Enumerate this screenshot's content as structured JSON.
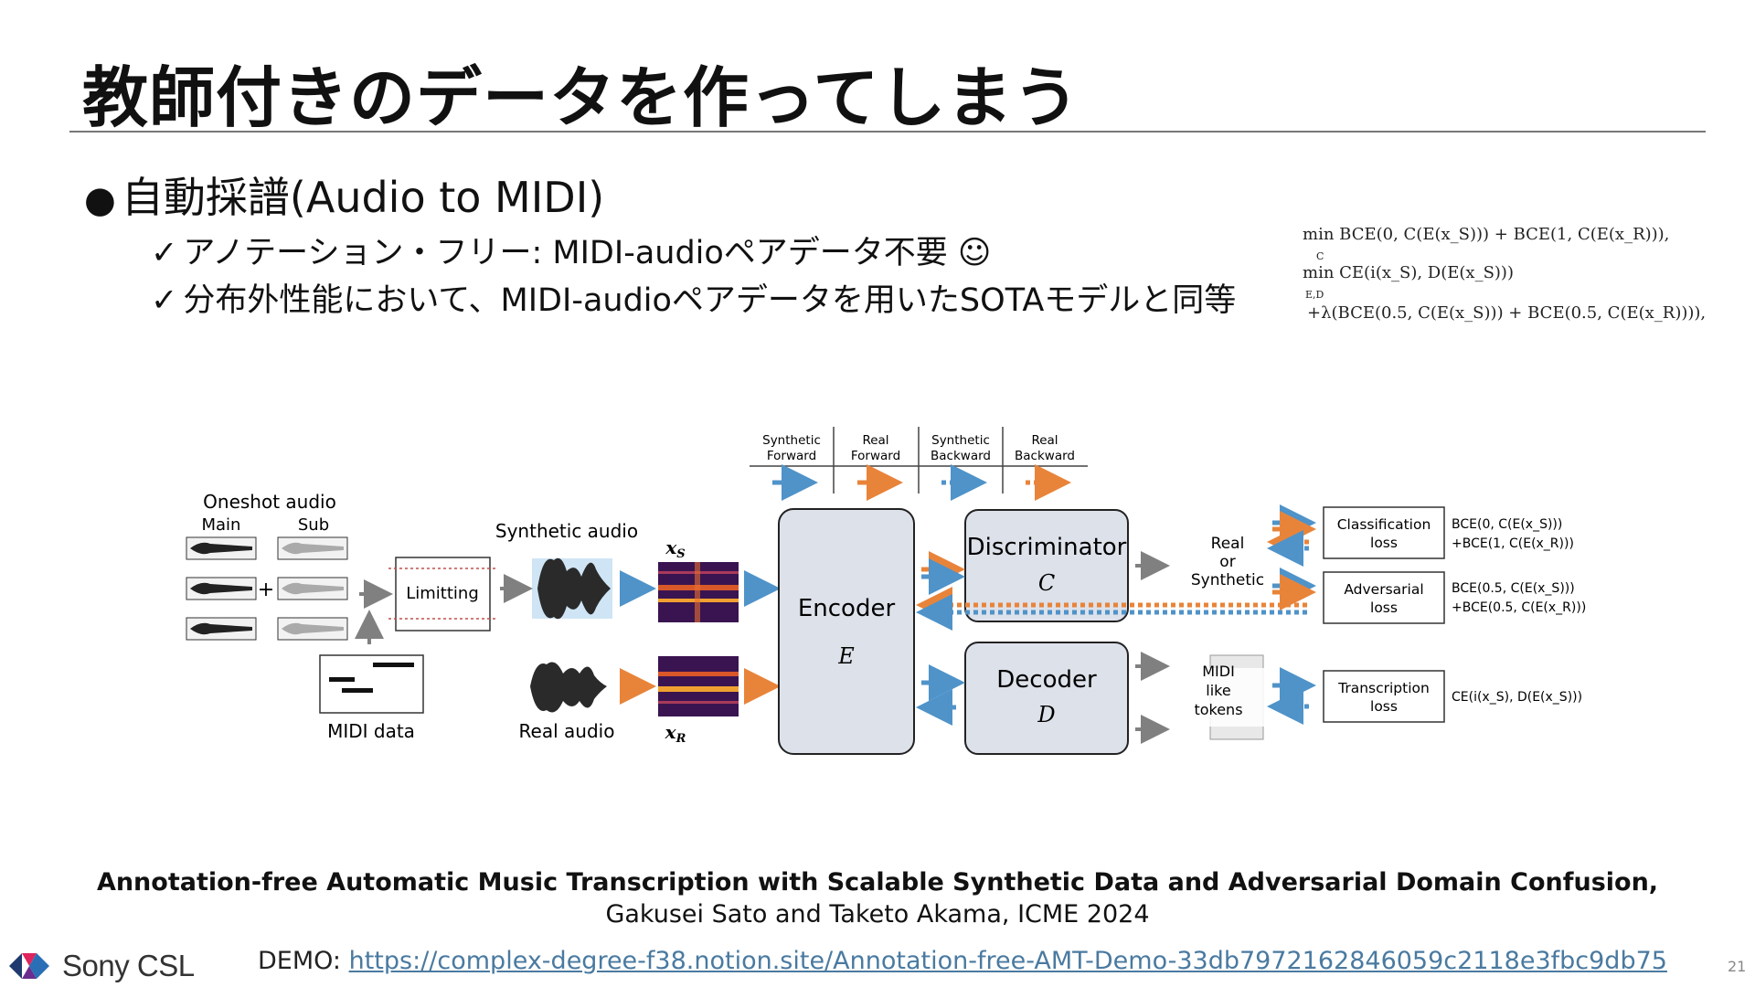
{
  "slide": {
    "title": "教師付きのデータを作ってしまう",
    "bullet": "自動採譜(Audio to MIDI)",
    "checks": [
      "アノテーション・フリー: MIDI-audioペアデータ不要 ☺",
      "分布外性能において、MIDI-audioペアデータを用いたSOTAモデルと同等"
    ],
    "equations": [
      "min BCE(0, C(E(x_S))) + BCE(1, C(E(x_R))),",
      "min CE(i(x_S), D(E(x_S)))",
      "+λ(BCE(0.5, C(E(x_S))) + BCE(0.5, C(E(x_R)))),"
    ],
    "equation_subs": [
      "C",
      "E,D"
    ],
    "citation_title": "Annotation-free Automatic Music Transcription with Scalable Synthetic Data and Adversarial Domain Confusion,",
    "citation_authors": "Gakusei Sato and Taketo Akama, ICME 2024",
    "demo_label": "DEMO: ",
    "demo_url": "https://complex-degree-f38.notion.site/Annotation-free-AMT-Demo-33db7972162846059c2118e3fbc9db75",
    "logo_text": "Sony CSL",
    "page_number": "21"
  },
  "diagram": {
    "legend": {
      "synthetic_forward": [
        "Synthetic",
        "Forward"
      ],
      "real_forward": [
        "Real",
        "Forward"
      ],
      "synthetic_backward": [
        "Synthetic",
        "Backward"
      ],
      "real_backward": [
        "Real",
        "Backward"
      ]
    },
    "oneshot_label": "Oneshot audio",
    "main_label": "Main",
    "sub_label": "Sub",
    "plus": "+",
    "limitting": "Limitting",
    "synthetic_audio": "Synthetic audio",
    "real_audio": "Real audio",
    "midi_data": "MIDI data",
    "xs": "x",
    "xs_sub": "S",
    "xr": "x",
    "xr_sub": "R",
    "encoder": "Encoder",
    "encoder_sym": "E",
    "discriminator": "Discriminator",
    "discriminator_sym": "C",
    "decoder": "Decoder",
    "decoder_sym": "D",
    "real_or_synthetic": [
      "Real",
      "or",
      "Synthetic"
    ],
    "midi_tokens": [
      "MIDI",
      "like",
      "tokens"
    ],
    "classification_loss": [
      "Classification",
      "loss"
    ],
    "adversarial_loss": [
      "Adversarial",
      "loss"
    ],
    "transcription_loss": [
      "Transcription",
      "loss"
    ],
    "classification_formula": [
      "BCE(0, C(E(x_S)))",
      "+BCE(1, C(E(x_R)))"
    ],
    "adversarial_formula": [
      "BCE(0.5, C(E(x_S)))",
      "+BCE(0.5, C(E(x_R)))"
    ],
    "transcription_formula": "CE(i(x_S), D(E(x_S)))",
    "colors": {
      "synthetic": "#4f93c9",
      "real": "#e8843a",
      "block_fill": "#dde1ea",
      "block_stroke": "#222222",
      "gray_arrow": "#808080"
    }
  }
}
